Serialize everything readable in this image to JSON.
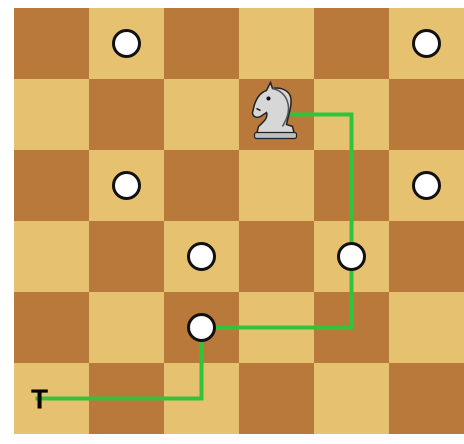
{
  "board": {
    "columns": 6,
    "rows": 6,
    "colors": {
      "dark": "#B9793B",
      "light": "#E6C170",
      "marker_fill": "#FFFFFF",
      "marker_stroke": "#111111",
      "path": "#33C33B",
      "label": "#000000"
    },
    "markers": [
      {
        "col": 1,
        "row": 0
      },
      {
        "col": 5,
        "row": 0
      },
      {
        "col": 1,
        "row": 2
      },
      {
        "col": 5,
        "row": 2
      },
      {
        "col": 2,
        "row": 3
      },
      {
        "col": 4,
        "row": 3
      },
      {
        "col": 2,
        "row": 4
      }
    ],
    "knight": {
      "col": 3,
      "row": 1,
      "icon": "knight-icon"
    },
    "target": {
      "col": 0,
      "row": 5,
      "label": "T"
    },
    "path_waypoints": [
      {
        "col": 0,
        "row": 5
      },
      {
        "col": 2,
        "row": 5
      },
      {
        "col": 2,
        "row": 4
      },
      {
        "col": 4,
        "row": 4
      },
      {
        "col": 4,
        "row": 1
      },
      {
        "col": 3,
        "row": 1
      }
    ]
  }
}
